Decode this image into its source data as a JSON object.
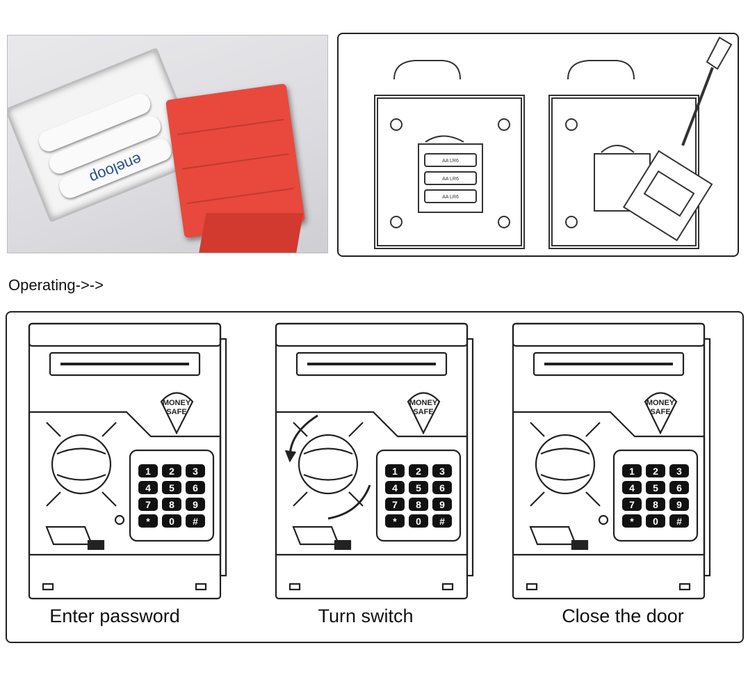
{
  "battery_photo": {
    "battery_brand": "eneloop",
    "cover_color": "#e8493c"
  },
  "battery_diagram": {
    "battery_labels": [
      "AA LR6",
      "AA LR6",
      "AA LR6"
    ]
  },
  "section_title": "Operating->->",
  "steps": [
    {
      "label": "Enter password"
    },
    {
      "label": "Turn switch"
    },
    {
      "label": "Close the door"
    }
  ],
  "safe": {
    "logo_line1": "MONEY",
    "logo_line2": "SAFE",
    "keypad": [
      "1",
      "2",
      "3",
      "4",
      "5",
      "6",
      "7",
      "8",
      "9",
      "*",
      "0",
      "#"
    ]
  }
}
